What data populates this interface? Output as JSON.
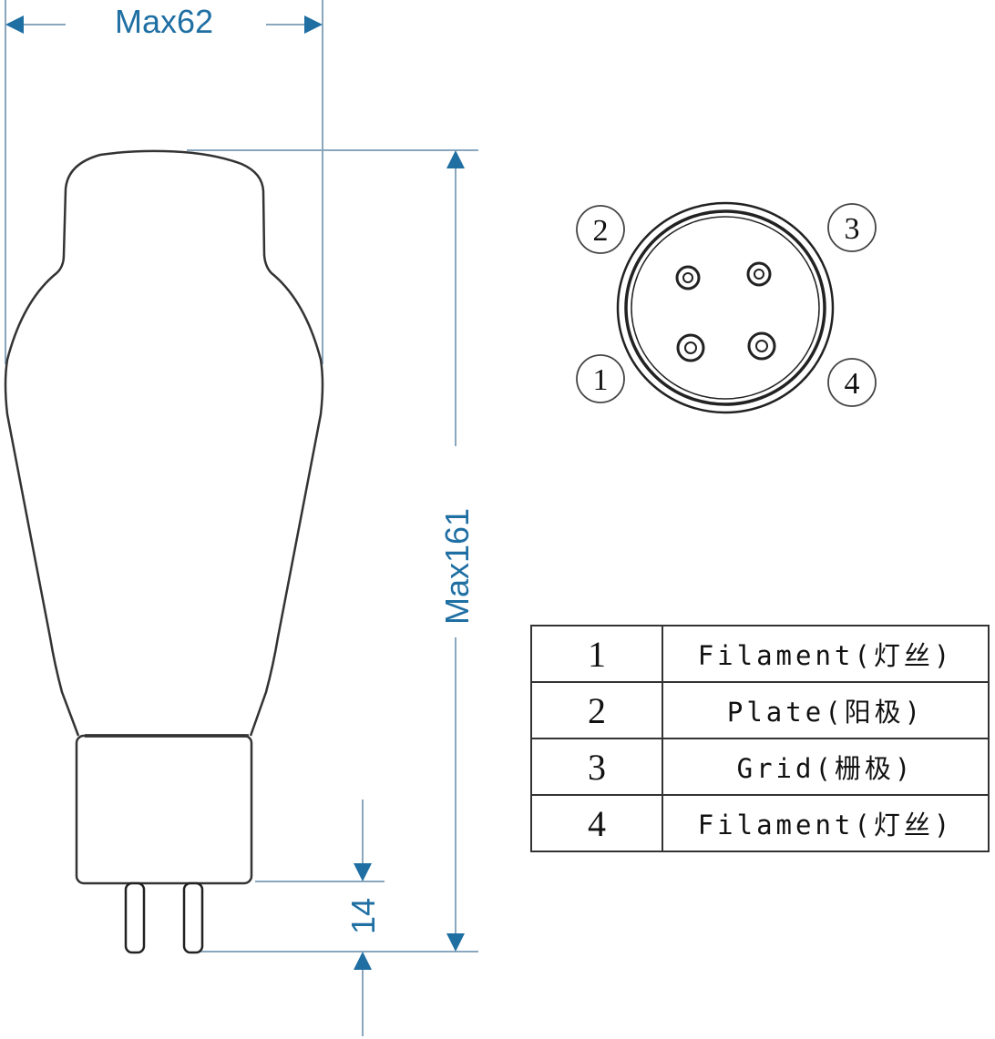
{
  "dimensions": {
    "width_label": "Max62",
    "height_label": "Max161",
    "pin_length_label": "14"
  },
  "base_diagram": {
    "pin_labels": [
      "1",
      "2",
      "3",
      "4"
    ],
    "pin_label_positions": {
      "1": "bottom-left",
      "2": "top-left",
      "3": "top-right",
      "4": "bottom-right"
    }
  },
  "pin_table": {
    "rows": [
      {
        "pin": "1",
        "function": "Filament(灯丝)"
      },
      {
        "pin": "2",
        "function": "Plate(阳极)"
      },
      {
        "pin": "3",
        "function": "Grid(栅极)"
      },
      {
        "pin": "4",
        "function": "Filament(灯丝)"
      }
    ]
  },
  "colors": {
    "dimension_line": "#8aa6bd",
    "dimension_arrow": "#1f6fa3",
    "outline": "#333333"
  }
}
